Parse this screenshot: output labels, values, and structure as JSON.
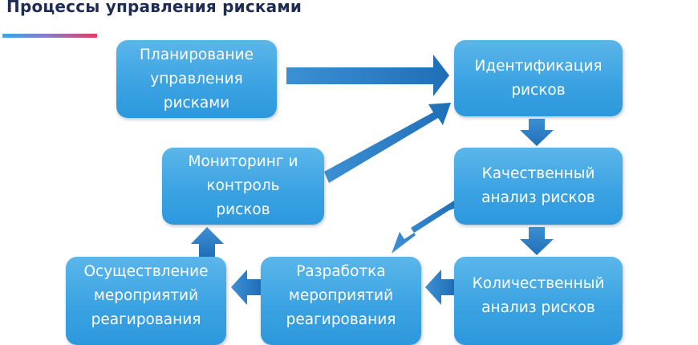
{
  "title": "Процессы управления рисками",
  "colors": {
    "title": "#1f2d54",
    "box": "#3ca3e2",
    "arrow": "#2a7bc4",
    "accent_bar_start": "#3aa6e3",
    "accent_bar_end": "#e63c60"
  },
  "nodes": {
    "planning": "Планирование\nуправления\nрисками",
    "identification": "Идентификация\nрисков",
    "monitoring": "Мониторинг и\nконтроль\nрисков",
    "qualitative": "Качественный\nанализ рисков",
    "implementation": "Осуществление\nмероприятий\nреагирования",
    "response_planning": "Разработка\nмероприятий\nреагирования",
    "quantitative": "Количественный\nанализ рисков"
  },
  "edges": [
    {
      "from": "planning",
      "to": "identification"
    },
    {
      "from": "monitoring",
      "to": "identification"
    },
    {
      "from": "identification",
      "to": "qualitative"
    },
    {
      "from": "qualitative",
      "to": "quantitative"
    },
    {
      "from": "qualitative",
      "to": "response_planning"
    },
    {
      "from": "quantitative",
      "to": "response_planning"
    },
    {
      "from": "response_planning",
      "to": "implementation"
    },
    {
      "from": "implementation",
      "to": "monitoring"
    }
  ]
}
